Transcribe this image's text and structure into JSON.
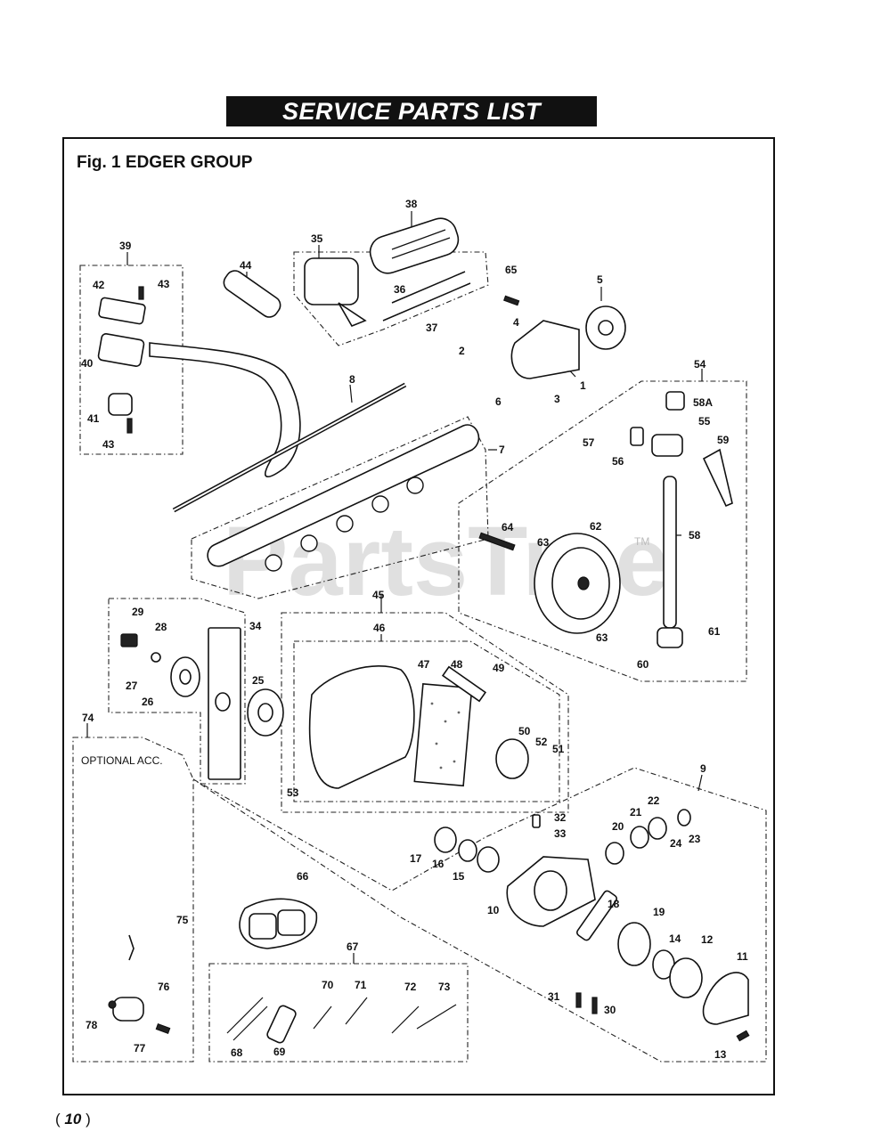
{
  "header": {
    "title": "SERVICE PARTS LIST"
  },
  "figure": {
    "title": "Fig. 1  EDGER GROUP"
  },
  "watermark": {
    "text": "PartsTree",
    "tm": "TM"
  },
  "optional_label": "OPTIONAL ACC.",
  "page": {
    "number": "10"
  },
  "callouts": [
    "1",
    "2",
    "3",
    "4",
    "5",
    "6",
    "7",
    "8",
    "9",
    "10",
    "11",
    "12",
    "13",
    "14",
    "15",
    "16",
    "17",
    "18",
    "19",
    "20",
    "21",
    "22",
    "23",
    "24",
    "25",
    "26",
    "27",
    "28",
    "29",
    "30",
    "31",
    "32",
    "33",
    "34",
    "35",
    "36",
    "37",
    "38",
    "39",
    "40",
    "41",
    "42",
    "43",
    "44",
    "45",
    "46",
    "47",
    "48",
    "49",
    "50",
    "51",
    "52",
    "53",
    "54",
    "55",
    "56",
    "57",
    "58",
    "58A",
    "59",
    "60",
    "61",
    "62",
    "63",
    "64",
    "65",
    "66",
    "67",
    "68",
    "69",
    "70",
    "71",
    "72",
    "73",
    "74",
    "75",
    "76",
    "77",
    "78"
  ]
}
